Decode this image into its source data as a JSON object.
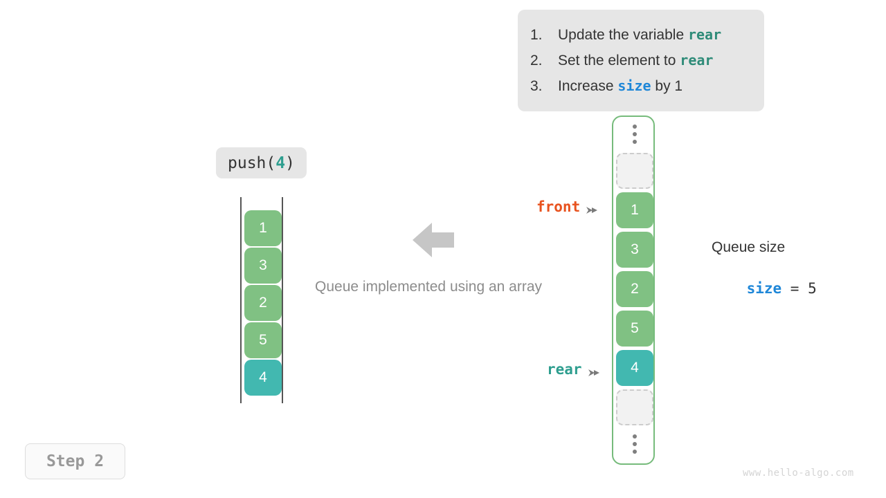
{
  "instructions": {
    "items": [
      {
        "num": "1.",
        "pre": "Update the variable ",
        "code": "rear",
        "code_color": "teal",
        "post": ""
      },
      {
        "num": "2.",
        "pre": "Set the element to ",
        "code": "rear",
        "code_color": "teal",
        "post": ""
      },
      {
        "num": "3.",
        "pre": "Increase ",
        "code": "size",
        "code_color": "blue",
        "post": " by 1"
      }
    ]
  },
  "operation": {
    "label_prefix": "push(",
    "label_arg": "4",
    "label_suffix": ")"
  },
  "left_array": {
    "cells": [
      {
        "value": "1",
        "color": "green"
      },
      {
        "value": "3",
        "color": "green"
      },
      {
        "value": "2",
        "color": "green"
      },
      {
        "value": "5",
        "color": "green"
      },
      {
        "value": "4",
        "color": "teal"
      }
    ]
  },
  "caption": "Queue implemented using an array",
  "ring_array": {
    "cells": [
      {
        "kind": "dots"
      },
      {
        "kind": "empty"
      },
      {
        "kind": "value",
        "value": "1",
        "color": "green"
      },
      {
        "kind": "value",
        "value": "3",
        "color": "green"
      },
      {
        "kind": "value",
        "value": "2",
        "color": "green"
      },
      {
        "kind": "value",
        "value": "5",
        "color": "green"
      },
      {
        "kind": "value",
        "value": "4",
        "color": "teal"
      },
      {
        "kind": "empty"
      },
      {
        "kind": "dots"
      }
    ]
  },
  "pointers": {
    "front": "front",
    "rear": "rear"
  },
  "size_info": {
    "title": "Queue size",
    "var_name": "size",
    "equals": " = ",
    "value": "5"
  },
  "step_badge": "Step 2",
  "watermark": "www.hello-algo.com",
  "colors": {
    "green": "#80c183",
    "teal": "#42b8b0",
    "front_orange": "#e8521e",
    "rear_teal": "#2e9e8f",
    "size_blue": "#1f87d8",
    "container_border": "#76bb7b",
    "callout_bg": "#e6e6e6"
  }
}
